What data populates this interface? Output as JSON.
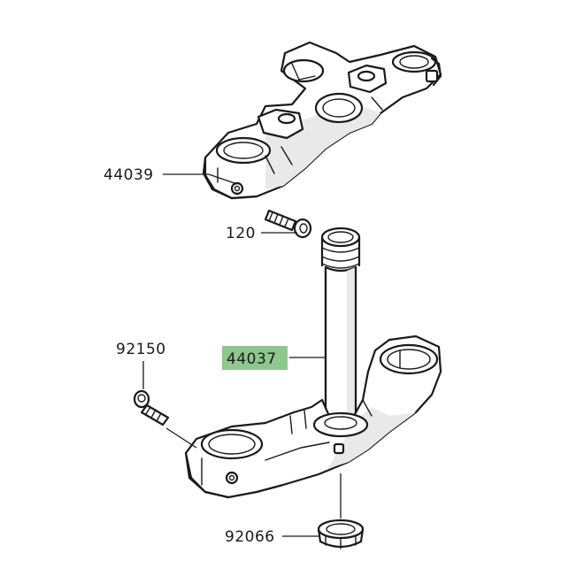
{
  "labels": {
    "upper_bracket": "44039",
    "bolt_upper": "120",
    "bolt_lower": "92150",
    "stem_bracket": "44037",
    "stem_nut": "92066"
  },
  "colors": {
    "highlight": "#8fc78f",
    "line": "#1a1a1a",
    "background": "#ffffff"
  },
  "highlighted_part": "44037"
}
